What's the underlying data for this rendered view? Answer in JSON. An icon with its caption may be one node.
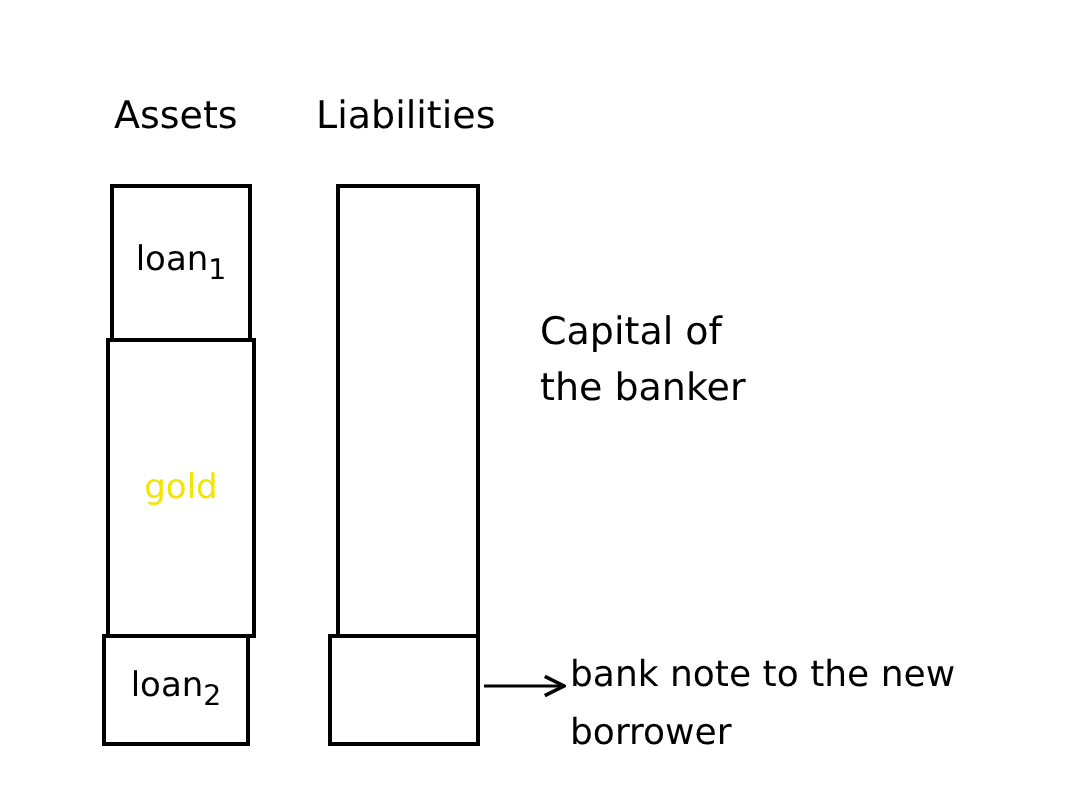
{
  "diagram": {
    "nodes": [
      {
        "text": [
          "loan$_{1}$"
        ]
      },
      {
        "text": [
          "gold"
        ]
      },
      {
        "text": [
          "loan$_{2}$"
        ]
      },
      {
        "text": [],
        "shape": "box",
        "beside": [
          "Capital of the banker"
        ]
      },
      {
        "text": [],
        "shape": "box"
      },
      {
        "text": [
          "bank note to the new borrower"
        ]
      }
    ],
    "edges": [
      {
        "from": 4,
        "to": 5,
        "arrow": "to"
      }
    ],
    "labels": [
      "Assets",
      "Liabilities"
    ]
  }
}
